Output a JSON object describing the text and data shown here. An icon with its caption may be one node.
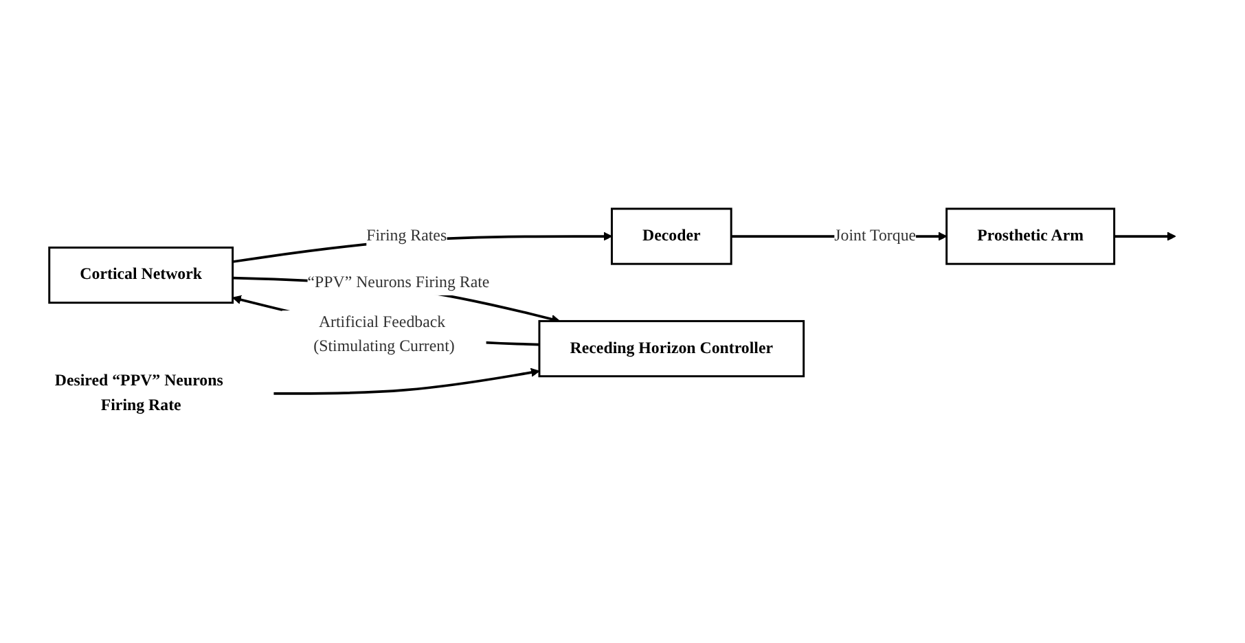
{
  "diagram": {
    "nodes": [
      {
        "text": [
          "Cortical Network"
        ]
      },
      {
        "text": [
          "Decoder"
        ]
      },
      {
        "text": [
          "Prosthetic Arm"
        ]
      },
      {
        "text": [
          "Receding Horizon Controller"
        ]
      },
      {
        "text": [
          "Desired “PPV” Neurons Firing Rate"
        ]
      }
    ],
    "edges": [
      {
        "from": 0,
        "to": 1,
        "arrow": "to",
        "label": "Firing Rates"
      },
      {
        "from": 1,
        "to": 2,
        "arrow": "to",
        "label": "Joint Torque"
      },
      {
        "from": 2,
        "to": null,
        "arrow": "to"
      },
      {
        "from": 0,
        "to": 3,
        "arrow": "to",
        "label": "“PPV” Neurons Firing Rate"
      },
      {
        "from": 3,
        "to": 0,
        "arrow": "to",
        "label": "Artificial Feedback (Stimulating Current)"
      },
      {
        "from": 4,
        "to": 3,
        "arrow": "to"
      }
    ]
  }
}
